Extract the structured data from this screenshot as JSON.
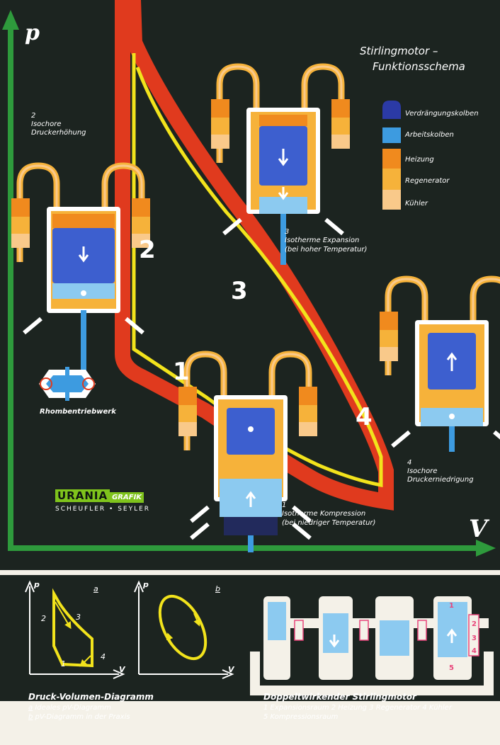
{
  "title": {
    "line1": "Stirlingmotor –",
    "line2": "Funktionsschema"
  },
  "axes": {
    "p": "p",
    "v": "V"
  },
  "legend": [
    {
      "label": "Verdrängungskolben",
      "color": "#2b3aa6"
    },
    {
      "label": "Arbeitskolben",
      "color": "#3d9be0"
    },
    {
      "label": "Heizung",
      "color": "#f08a1e"
    },
    {
      "label": "Regenerator",
      "color": "#f6b23a"
    },
    {
      "label": "Kühler",
      "color": "#f9c98a"
    }
  ],
  "stages": {
    "s2": {
      "num": "2",
      "line1": "Isochore",
      "line2": "Druckerhöhung"
    },
    "s3": {
      "num": "3",
      "line1": "Isotherme Expansion",
      "line2": "(bei hoher Temperatur)"
    },
    "s1": {
      "num": "1",
      "line1": "Isotherme Kompression",
      "line2": "(bei niedriger Temperatur)"
    },
    "s4": {
      "num": "4",
      "line1": "Isochore",
      "line2": "Druckerniedrigung"
    }
  },
  "rhomb_label": "Rhombentriebwerk",
  "logo": {
    "word": "URANIA",
    "grafik": "GRAFIK",
    "authors": "SCHEUFLER • SEYLER"
  },
  "mini_a": {
    "tag": "a",
    "p": "p",
    "v": "V",
    "n1": "1",
    "n2": "2",
    "n3": "3",
    "n4": "4"
  },
  "mini_b": {
    "tag": "b",
    "p": "p",
    "v": "V"
  },
  "pv_caption": {
    "title": "Druck-Volumen-Diagramm",
    "a_letter": "a",
    "a_text": "Ideales pV-Diagramm",
    "b_letter": "b",
    "b_text": "pV-Diagramm in der Praxis"
  },
  "double_acting": {
    "title": "Doppeltwirkender Stirlingmotor",
    "line1": "1 Expansionsraum  2 Heizung  3 Regenerator  4 Kühler",
    "line2": "5 Kompressionsraum",
    "n1": "1",
    "n2": "2",
    "n3": "3",
    "n4": "4",
    "n5": "5"
  },
  "colors": {
    "background": "#1c2420",
    "axis": "#2e9a3c",
    "curve_red": "#e03a1e",
    "curve_yellow": "#f2e31c",
    "displacer": "#2b3aa6",
    "working_piston": "#3d9be0",
    "heater": "#f08a1e",
    "regenerator": "#f6b23a",
    "cooler": "#f9c98a",
    "panel": "#f4f1e8",
    "panel_blue": "#8ccaf0"
  }
}
